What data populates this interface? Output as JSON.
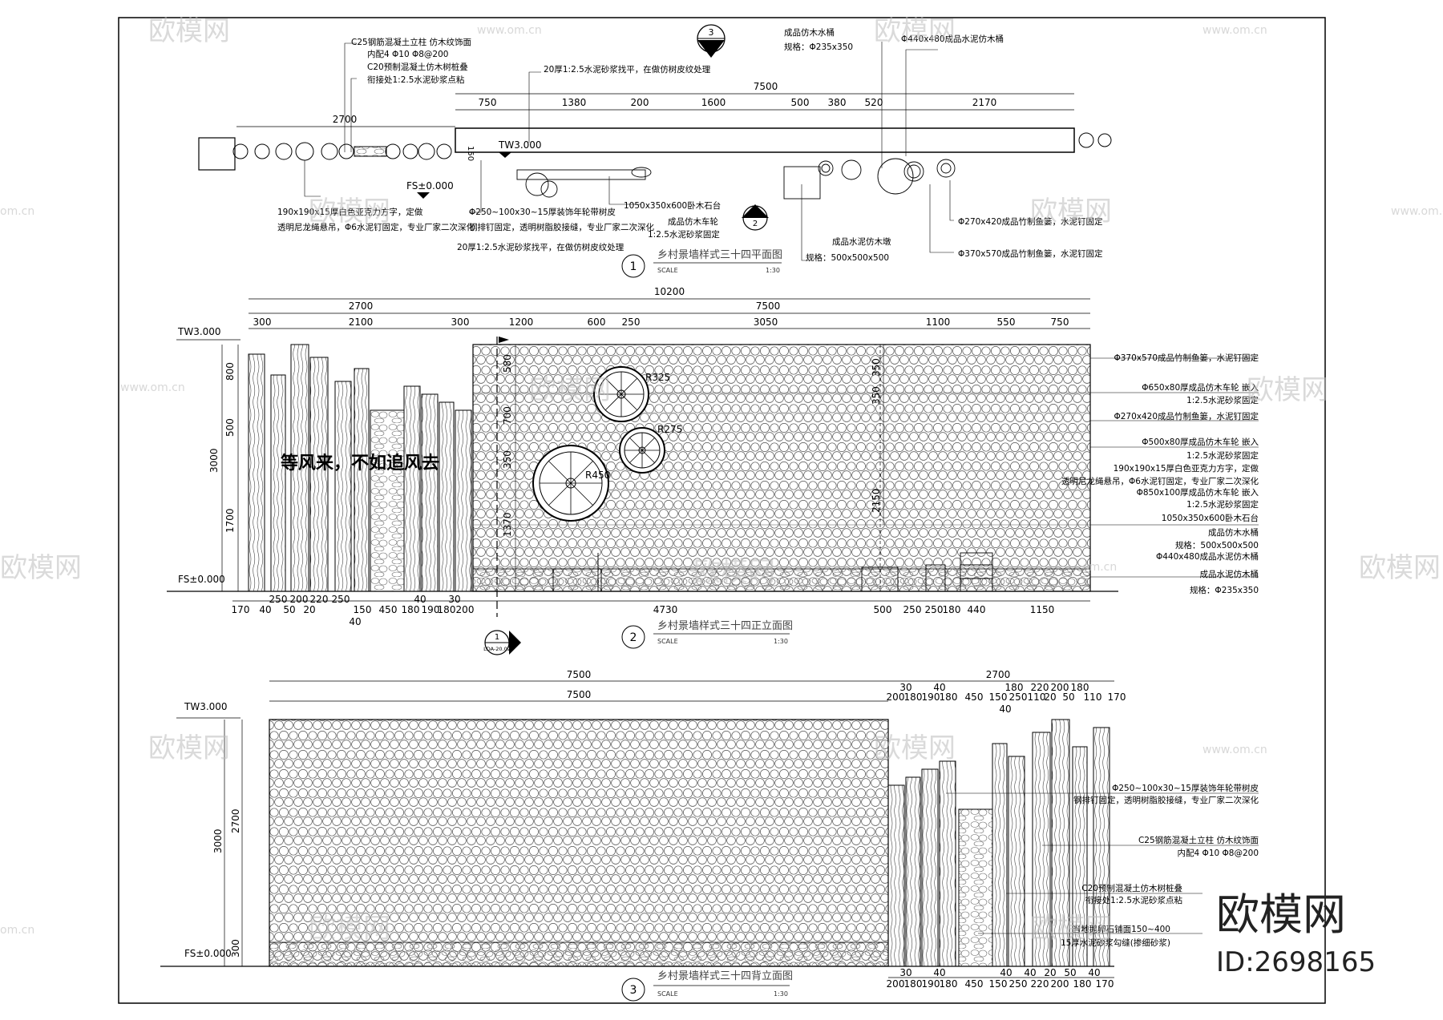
{
  "watermark": {
    "logo": "欧模网",
    "site": "www.om.cn",
    "short": "om.cn",
    "brand": "欧模网",
    "id": "ID:2698165"
  },
  "plan": {
    "title": "乡村景墙样式三十四平面图",
    "number": "1",
    "scale_label": "SCALE",
    "scale_value": "1:30",
    "section_marker_top": "3",
    "section_marker_mid": "2",
    "total_dim": "7500",
    "left_dim": "2700",
    "dims": [
      "750",
      "1380",
      "200",
      "1600",
      "500",
      "380",
      "520",
      "2170"
    ],
    "tw": "TW3.000",
    "fs": "FS±0.000",
    "wall_thk": "150",
    "notes": [
      "C25钢筋混凝土立柱  仿木纹饰面",
      "内配4 Φ10  Φ8@200",
      "C20预制混凝土仿木树桩叠",
      "衔接处1:2.5水泥砂浆点粘",
      "20厚1:2.5水泥砂浆找平，在做仿树皮纹处理",
      "成品仿木水桶",
      "规格：Φ235x350",
      "Φ440x480成品水泥仿木桶",
      "190x190x15厚白色亚克力方字，定做",
      "透明尼龙绳悬吊，Φ6水泥钉固定，专业厂家二次深化",
      "Φ250~100x30~15厚装饰年轮带树皮",
      "钢排钉固定，透明树脂胶接缝，专业厂家二次深化",
      "1050x350x600卧木石台",
      "成品仿木车轮",
      "1:2.5水泥砂浆固定",
      "20厚1:2.5水泥砂浆找平，在做仿树皮纹处理",
      "成品水泥仿木墩",
      "规格：500x500x500",
      "Φ270x420成品竹制鱼篓，水泥钉固定",
      "Φ370x570成品竹制鱼篓，水泥钉固定"
    ]
  },
  "front": {
    "title": "乡村景墙样式三十四正立面图",
    "number": "2",
    "scale_label": "SCALE",
    "scale_value": "1:30",
    "sign_text": "等风来，不如追风去",
    "tw": "TW3.000",
    "fs": "FS±0.000",
    "total": "10200",
    "top_a": "2700",
    "top_b": "7500",
    "top_dims": [
      "300",
      "2100",
      "300",
      "1200",
      "600",
      "250",
      "3050",
      "1100",
      "550",
      "750"
    ],
    "left_dims": [
      "800",
      "500",
      "1700"
    ],
    "left_total": "3000",
    "mid_dims": [
      "580",
      "700",
      "350",
      "1370"
    ],
    "right_v_dims": [
      "350",
      "350",
      "2150"
    ],
    "wheel_labels": [
      "R325",
      "R275",
      "R450"
    ],
    "bottom_dims": [
      "170",
      "40",
      "250",
      "50",
      "200",
      "20",
      "220",
      "250",
      "150",
      "40",
      "450",
      "180",
      "40",
      "190",
      "180",
      "30",
      "200",
      "4730",
      "500",
      "250",
      "250",
      "180",
      "440",
      "1150"
    ],
    "section_marker": "1",
    "section_ref": "LDA-20.02",
    "notes": [
      "Φ370x570成品竹制鱼篓，水泥钉固定",
      "Φ650x80厚成品仿木车轮  嵌入",
      "1:2.5水泥砂浆固定",
      "Φ270x420成品竹制鱼篓，水泥钉固定",
      "Φ500x80厚成品仿木车轮  嵌入",
      "1:2.5水泥砂浆固定",
      "190x190x15厚白色亚克力方字，定做",
      "透明尼龙绳悬吊，Φ6水泥钉固定，专业厂家二次深化",
      "Φ850x100厚成品仿木车轮  嵌入",
      "1:2.5水泥砂浆固定",
      "1050x350x600卧木石台",
      "成品仿木水桶",
      "规格：500x500x500",
      "Φ440x480成品水泥仿木桶",
      "成品水泥仿木桶",
      "规格：Φ235x350"
    ]
  },
  "back": {
    "title": "乡村景墙样式三十四背立面图",
    "number": "3",
    "scale_label": "SCALE",
    "scale_value": "1:30",
    "tw": "TW3.000",
    "fs": "FS±0.000",
    "top_a": "7500",
    "top_a2": "7500",
    "top_b": "2700",
    "left_total": "3000",
    "left_dims": [
      "2700",
      "300"
    ],
    "top_dims_row1": [
      "30",
      "40",
      "180",
      "220",
      "200",
      "180"
    ],
    "top_dims_row2": [
      "200",
      "180",
      "190",
      "180",
      "450",
      "150",
      "250",
      "110",
      "20",
      "50",
      "110",
      "170"
    ],
    "top_dims_row3": [
      "40"
    ],
    "bottom_dims_row1": [
      "30",
      "40",
      "40",
      "40",
      "20",
      "50",
      "40"
    ],
    "bottom_dims_row2": [
      "200",
      "180",
      "190",
      "180",
      "450",
      "150",
      "250",
      "220",
      "200",
      "180",
      "170"
    ],
    "notes": [
      "Φ250~100x30~15厚装饰年轮带树皮",
      "钢排钉固定，透明树脂胶接缝，专业厂家二次深化",
      "C25钢筋混凝土立柱  仿木纹饰面",
      "内配4 Φ10  Φ8@200",
      "C20预制混凝土仿木树桩叠",
      "衔接处1:2.5水泥砂浆点粘",
      "当地鹅卵石铺面150~400",
      "15厚水泥砂浆勾缝(掺细砂浆)"
    ]
  }
}
